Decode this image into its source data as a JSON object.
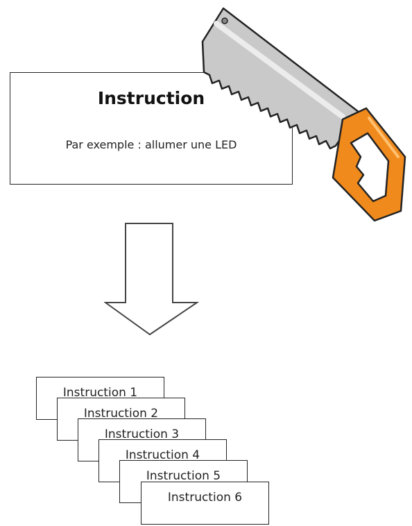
{
  "diagram": {
    "main_box": {
      "title": "Instruction",
      "subtitle": "Par exemple : allumer une LED"
    },
    "icons": {
      "saw": "saw-icon",
      "arrow": "down-arrow"
    },
    "colors": {
      "saw_handle": "#f08a1c",
      "saw_blade": "#b9b9b9",
      "outline": "#222222"
    },
    "instructions": [
      "Instruction 1",
      "Instruction 2",
      "Instruction 3",
      "Instruction 4",
      "Instruction 5",
      "Instruction 6"
    ]
  }
}
